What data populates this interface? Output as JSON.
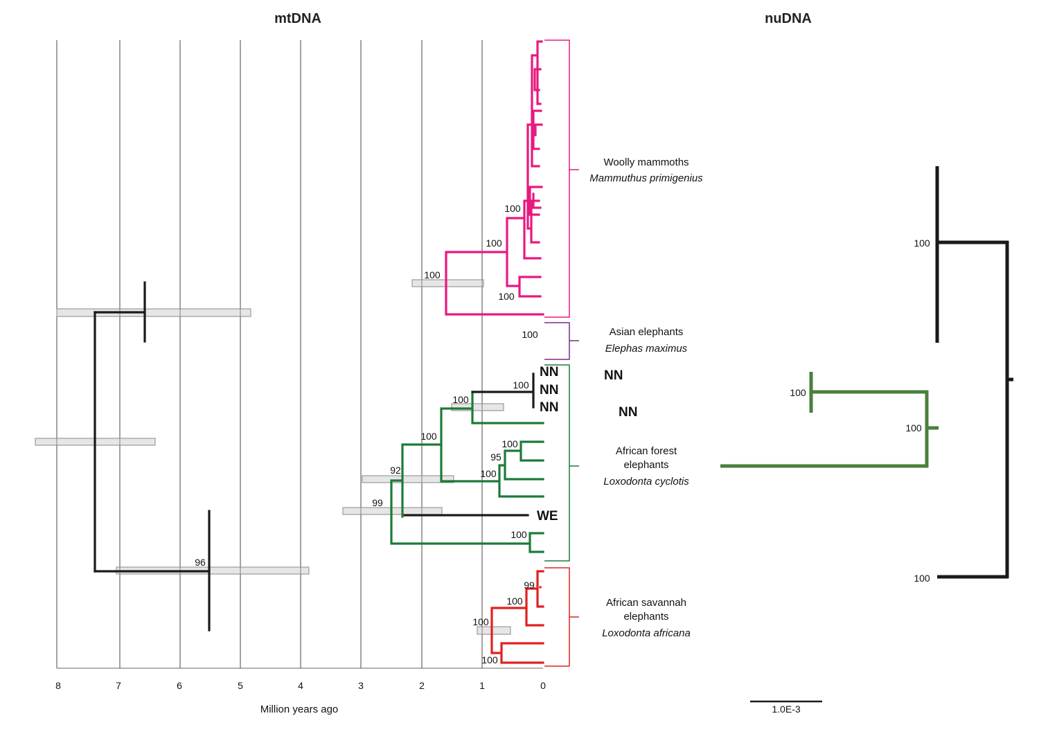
{
  "titles": {
    "left": "mtDNA",
    "right": "nuDNA"
  },
  "axis": {
    "label": "Million years ago",
    "ticks": [
      "8",
      "7",
      "6",
      "5",
      "4",
      "3",
      "2",
      "1",
      "0"
    ]
  },
  "scale_bar": {
    "label": "1.0E-3"
  },
  "colors": {
    "mammoth": "#e8197f",
    "asian": "#7a2a8c",
    "forest": "#1d7a3a",
    "savannah": "#e02020",
    "nu_forest": "#4a7f3c",
    "black": "#1a1a1a"
  },
  "clades": {
    "mammoth": {
      "common": "Woolly mammoths",
      "scientific": "Mammuthus primigenius"
    },
    "asian": {
      "common": "Asian elephants",
      "scientific": "Elephas maximus"
    },
    "forest": {
      "common_1": "African forest",
      "common_2": "elephants",
      "scientific": "Loxodonta cyclotis"
    },
    "savannah": {
      "common_1": "African savannah",
      "common_2": "elephants",
      "scientific": "Loxodonta africana"
    }
  },
  "tips": {
    "nn": "NN",
    "we": "WE"
  },
  "mt_support": {
    "mam_inner": "100",
    "mam_main": "100",
    "mam_root": "100",
    "mam_sub": "100",
    "asian": "100",
    "nn": "100",
    "f_a": "100",
    "f_b": "100",
    "f_sub": "100",
    "f_95": "95",
    "f_100b": "100",
    "f_92": "92",
    "f_99": "99",
    "f_last": "100",
    "loxo": "96",
    "sav_99": "99",
    "sav_100a": "100",
    "sav_100b": "100",
    "sav_100c": "100"
  },
  "nu_support": {
    "elephantid": "100",
    "nn": "100",
    "forest": "100",
    "loxo": "100"
  }
}
